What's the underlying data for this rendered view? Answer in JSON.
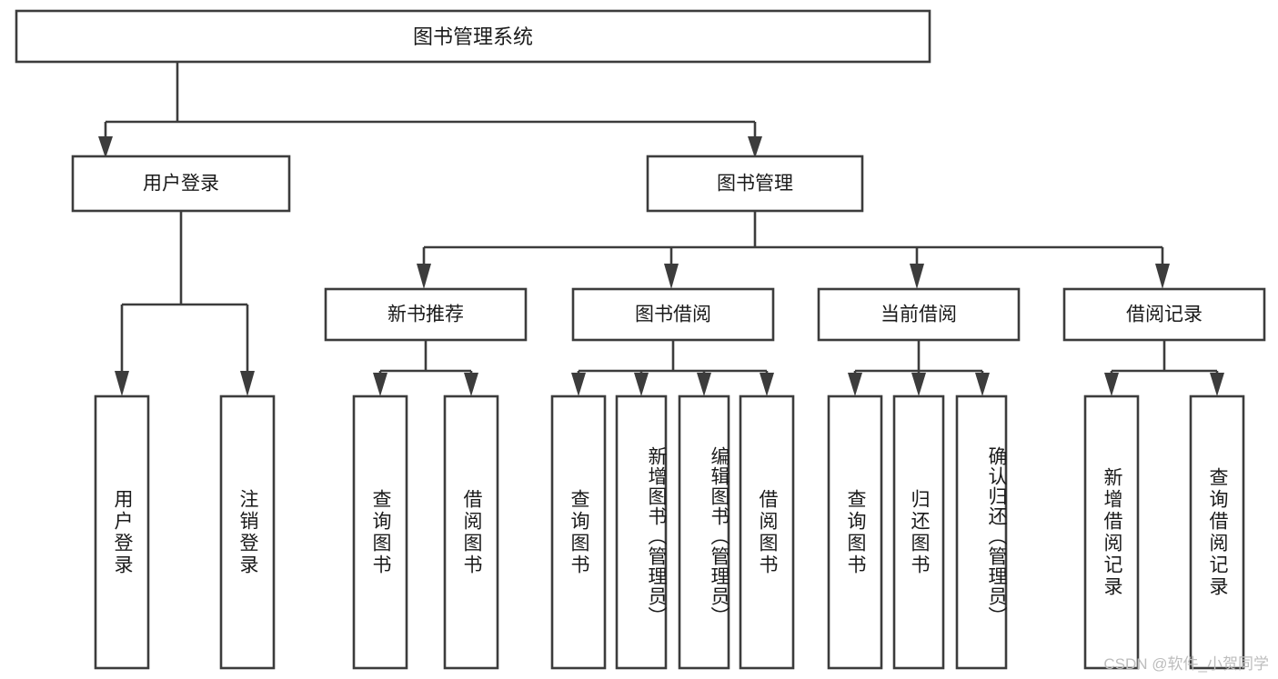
{
  "diagram": {
    "type": "hierarchy-tree",
    "title": "图书管理系统",
    "orientation": "top-down",
    "colors": {
      "background": "#ffffff",
      "box_fill": "#ffffff",
      "box_stroke": "#3c3c3c",
      "text": "#1a1a1a",
      "watermark": "#bdbdbd"
    },
    "root": {
      "id": "root",
      "label": "图书管理系统"
    },
    "level1": [
      {
        "id": "user-login",
        "label": "用户登录"
      },
      {
        "id": "book-management",
        "label": "图书管理"
      }
    ],
    "level2": [
      {
        "id": "new-book-recommend",
        "label": "新书推荐",
        "parent": "book-management"
      },
      {
        "id": "book-borrow",
        "label": "图书借阅",
        "parent": "book-management"
      },
      {
        "id": "current-borrow",
        "label": "当前借阅",
        "parent": "book-management"
      },
      {
        "id": "borrow-record",
        "label": "借阅记录",
        "parent": "book-management"
      }
    ],
    "leaves": [
      {
        "id": "leaf-user-login",
        "label": "用户登录",
        "parent": "user-login"
      },
      {
        "id": "leaf-logout-login",
        "label": "注销登录",
        "parent": "user-login"
      },
      {
        "id": "leaf-query-book-1",
        "label": "查询图书",
        "parent": "new-book-recommend"
      },
      {
        "id": "leaf-borrow-book-1",
        "label": "借阅图书",
        "parent": "new-book-recommend"
      },
      {
        "id": "leaf-query-book-2",
        "label": "查询图书",
        "parent": "book-borrow"
      },
      {
        "id": "leaf-add-book",
        "label": "新增图书（管理员）",
        "parent": "book-borrow"
      },
      {
        "id": "leaf-edit-book",
        "label": "编辑图书（管理员）",
        "parent": "book-borrow"
      },
      {
        "id": "leaf-borrow-book-2",
        "label": "借阅图书",
        "parent": "book-borrow"
      },
      {
        "id": "leaf-query-book-3",
        "label": "查询图书",
        "parent": "current-borrow"
      },
      {
        "id": "leaf-return-book",
        "label": "归还图书",
        "parent": "current-borrow"
      },
      {
        "id": "leaf-confirm-return",
        "label": "确认归还（管理员）",
        "parent": "current-borrow"
      },
      {
        "id": "leaf-add-borrow-record",
        "label": "新增借阅记录",
        "parent": "borrow-record"
      },
      {
        "id": "leaf-query-borrow-record",
        "label": "查询借阅记录",
        "parent": "borrow-record"
      }
    ],
    "watermark": "CSDN @软件_小贺同学"
  }
}
